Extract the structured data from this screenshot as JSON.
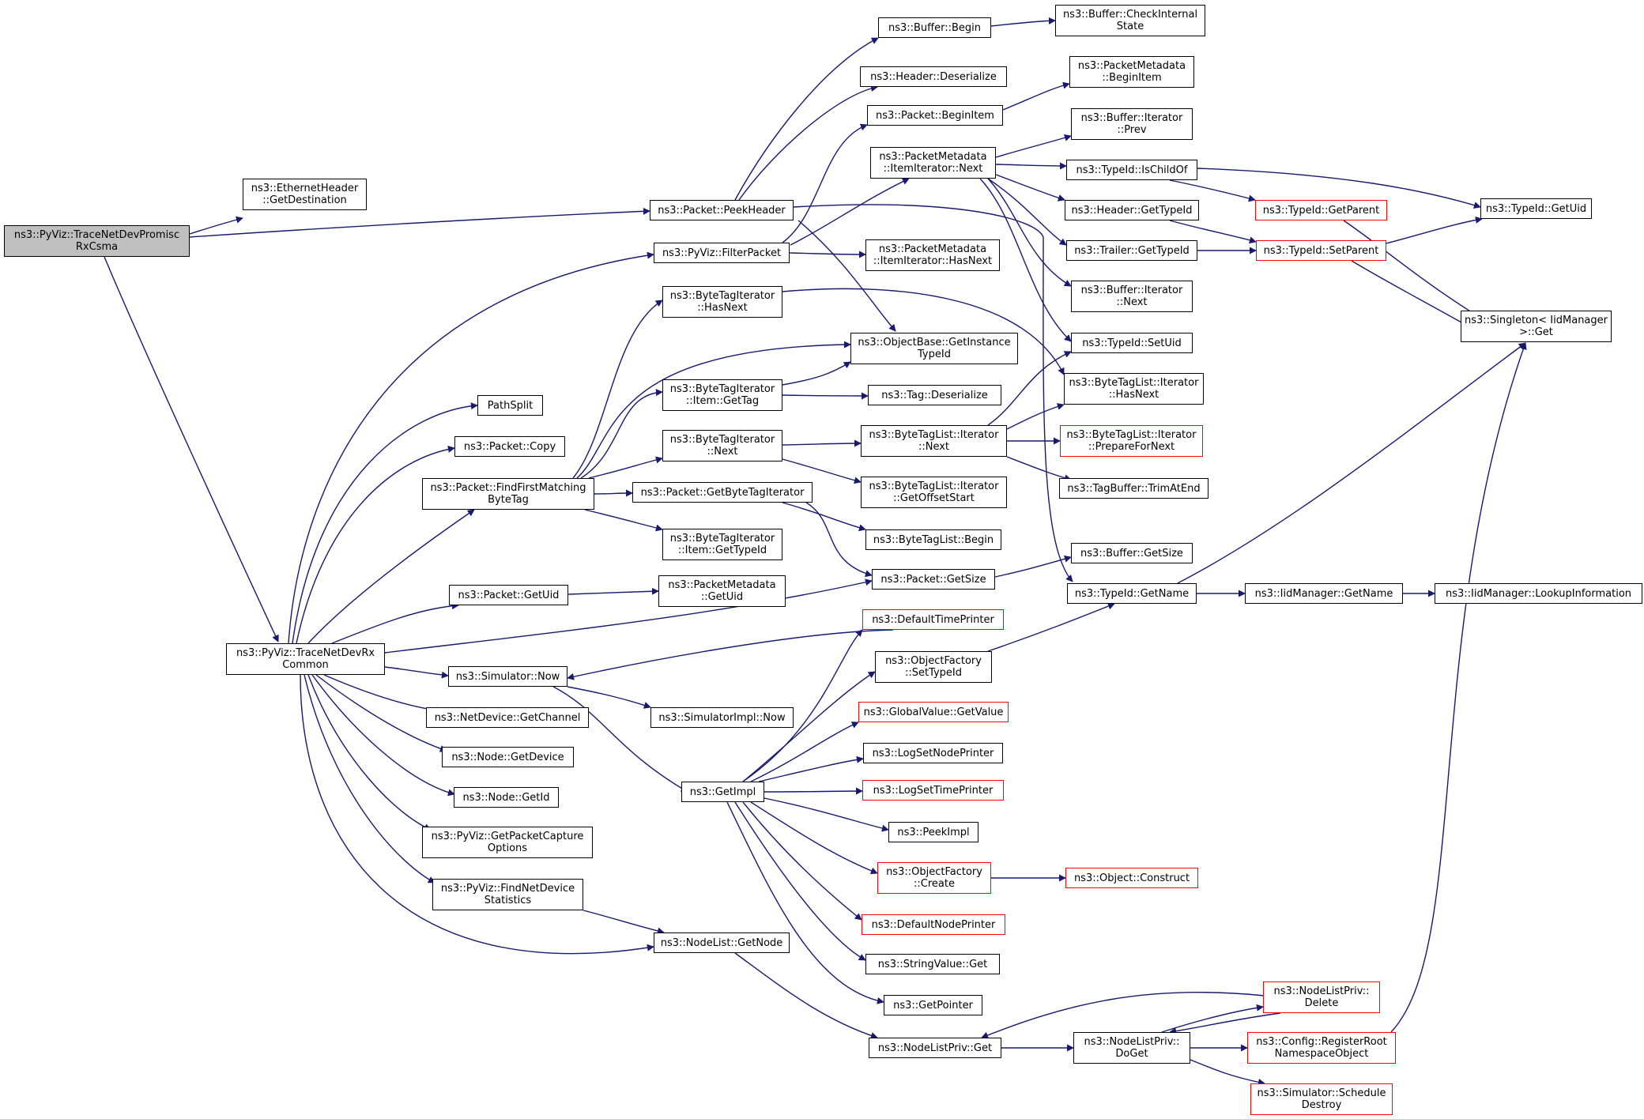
{
  "colors": {
    "edge": "#191970",
    "node_border": "#000000",
    "truncated_border": "#ff0000",
    "root_fill": "#bfbfbf"
  },
  "nodes": {
    "trace_promisc": {
      "lines": [
        "ns3::PyViz::TraceNetDevPromisc",
        "RxCsma"
      ],
      "root": true
    },
    "eth_getdest": {
      "lines": [
        "ns3::EthernetHeader",
        "::GetDestination"
      ]
    },
    "peekheader": {
      "lines": [
        "ns3::Packet::PeekHeader"
      ]
    },
    "trace_common": {
      "lines": [
        "ns3::PyViz::TraceNetDevRx",
        "Common"
      ]
    },
    "buf_begin": {
      "lines": [
        "ns3::Buffer::Begin"
      ]
    },
    "buf_check": {
      "lines": [
        "ns3::Buffer::CheckInternal",
        "State"
      ]
    },
    "hdr_deser": {
      "lines": [
        "ns3::Header::Deserialize"
      ]
    },
    "pkt_beginitem": {
      "lines": [
        "ns3::Packet::BeginItem"
      ]
    },
    "pm_beginitem": {
      "lines": [
        "ns3::PacketMetadata",
        "::BeginItem"
      ]
    },
    "bufit_prev": {
      "lines": [
        "ns3::Buffer::Iterator",
        "::Prev"
      ]
    },
    "pm_ii_next": {
      "lines": [
        "ns3::PacketMetadata",
        "::ItemIterator::Next"
      ]
    },
    "tid_ischildof": {
      "lines": [
        "ns3::TypeId::IsChildOf"
      ]
    },
    "tid_getparent": {
      "lines": [
        "ns3::TypeId::GetParent"
      ],
      "red": true
    },
    "tid_getuid": {
      "lines": [
        "ns3::TypeId::GetUid"
      ]
    },
    "hdr_gettid": {
      "lines": [
        "ns3::Header::GetTypeId"
      ]
    },
    "filterpacket": {
      "lines": [
        "ns3::PyViz::FilterPacket"
      ]
    },
    "pm_ii_hasnext": {
      "lines": [
        "ns3::PacketMetadata",
        "::ItemIterator::HasNext"
      ]
    },
    "tr_gettid": {
      "lines": [
        "ns3::Trailer::GetTypeId"
      ]
    },
    "tid_setparent": {
      "lines": [
        "ns3::TypeId::SetParent"
      ],
      "red": true
    },
    "bufit_next": {
      "lines": [
        "ns3::Buffer::Iterator",
        "::Next"
      ]
    },
    "singleton_get": {
      "lines": [
        "ns3::Singleton< IidManager",
        ">::Get"
      ]
    },
    "bti_hasnext": {
      "lines": [
        "ns3::ByteTagIterator",
        "::HasNext"
      ]
    },
    "ob_getinst": {
      "lines": [
        "ns3::ObjectBase::GetInstance",
        "TypeId"
      ]
    },
    "tid_setuid": {
      "lines": [
        "ns3::TypeId::SetUid"
      ]
    },
    "btl_it_hasnext": {
      "lines": [
        "ns3::ByteTagList::Iterator",
        "::HasNext"
      ]
    },
    "bti_item_gettag": {
      "lines": [
        "ns3::ByteTagIterator",
        "::Item::GetTag"
      ]
    },
    "tag_deser": {
      "lines": [
        "ns3::Tag::Deserialize"
      ]
    },
    "pathsplit": {
      "lines": [
        "PathSplit"
      ]
    },
    "pkt_copy": {
      "lines": [
        "ns3::Packet::Copy"
      ]
    },
    "bti_next": {
      "lines": [
        "ns3::ByteTagIterator",
        "::Next"
      ]
    },
    "btl_it_next": {
      "lines": [
        "ns3::ByteTagList::Iterator",
        "::Next"
      ]
    },
    "btl_it_prep": {
      "lines": [
        "ns3::ByteTagList::Iterator",
        "::PrepareForNext"
      ],
      "red": true
    },
    "pkt_ffmbt": {
      "lines": [
        "ns3::Packet::FindFirstMatching",
        "ByteTag"
      ]
    },
    "pkt_getbti": {
      "lines": [
        "ns3::Packet::GetByteTagIterator"
      ]
    },
    "btl_it_getoff": {
      "lines": [
        "ns3::ByteTagList::Iterator",
        "::GetOffsetStart"
      ]
    },
    "tagbuf_trim": {
      "lines": [
        "ns3::TagBuffer::TrimAtEnd"
      ]
    },
    "bti_item_gettid": {
      "lines": [
        "ns3::ByteTagIterator",
        "::Item::GetTypeId"
      ]
    },
    "btl_begin": {
      "lines": [
        "ns3::ByteTagList::Begin"
      ]
    },
    "buf_getsize": {
      "lines": [
        "ns3::Buffer::GetSize"
      ]
    },
    "pkt_getsize": {
      "lines": [
        "ns3::Packet::GetSize"
      ]
    },
    "tid_getname": {
      "lines": [
        "ns3::TypeId::GetName"
      ]
    },
    "iid_getname": {
      "lines": [
        "ns3::IidManager::GetName"
      ]
    },
    "iid_lookup": {
      "lines": [
        "ns3::IidManager::LookupInformation"
      ]
    },
    "pkt_getuid": {
      "lines": [
        "ns3::Packet::GetUid"
      ]
    },
    "pm_getuid": {
      "lines": [
        "ns3::PacketMetadata",
        "::GetUid"
      ]
    },
    "def_timeprinter": {
      "lines": [
        "ns3::DefaultTimePrinter"
      ],
      "red": true
    },
    "sim_now": {
      "lines": [
        "ns3::Simulator::Now"
      ]
    },
    "of_settid": {
      "lines": [
        "ns3::ObjectFactory",
        "::SetTypeId"
      ]
    },
    "nd_getchannel": {
      "lines": [
        "ns3::NetDevice::GetChannel"
      ]
    },
    "simimpl_now": {
      "lines": [
        "ns3::SimulatorImpl::Now"
      ]
    },
    "gv_getvalue": {
      "lines": [
        "ns3::GlobalValue::GetValue"
      ],
      "red": true
    },
    "node_getdevice": {
      "lines": [
        "ns3::Node::GetDevice"
      ]
    },
    "log_setnode": {
      "lines": [
        "ns3::LogSetNodePrinter"
      ]
    },
    "getimpl": {
      "lines": [
        "ns3::GetImpl"
      ]
    },
    "log_settime": {
      "lines": [
        "ns3::LogSetTimePrinter"
      ],
      "red": true
    },
    "node_getid": {
      "lines": [
        "ns3::Node::GetId"
      ]
    },
    "peekimpl": {
      "lines": [
        "ns3::PeekImpl"
      ]
    },
    "pyviz_getopts": {
      "lines": [
        "ns3::PyViz::GetPacketCapture",
        "Options"
      ]
    },
    "of_create": {
      "lines": [
        "ns3::ObjectFactory",
        "::Create"
      ],
      "red": true
    },
    "obj_construct": {
      "lines": [
        "ns3::Object::Construct"
      ],
      "red": true
    },
    "pyviz_findstats": {
      "lines": [
        "ns3::PyViz::FindNetDevice",
        "Statistics"
      ]
    },
    "def_nodeprinter": {
      "lines": [
        "ns3::DefaultNodePrinter"
      ],
      "red": true
    },
    "nodelist_getnode": {
      "lines": [
        "ns3::NodeList::GetNode"
      ]
    },
    "strval_get": {
      "lines": [
        "ns3::StringValue::Get"
      ]
    },
    "getpointer": {
      "lines": [
        "ns3::GetPointer"
      ]
    },
    "nlp_delete": {
      "lines": [
        "ns3::NodeListPriv::",
        "Delete"
      ],
      "red": true
    },
    "nlp_get": {
      "lines": [
        "ns3::NodeListPriv::Get"
      ]
    },
    "nlp_doget": {
      "lines": [
        "ns3::NodeListPriv::",
        "DoGet"
      ]
    },
    "cfg_register": {
      "lines": [
        "ns3::Config::RegisterRoot",
        "NamespaceObject"
      ],
      "red": true
    },
    "sim_schedule": {
      "lines": [
        "ns3::Simulator::Schedule",
        "Destroy"
      ],
      "red": true
    }
  }
}
